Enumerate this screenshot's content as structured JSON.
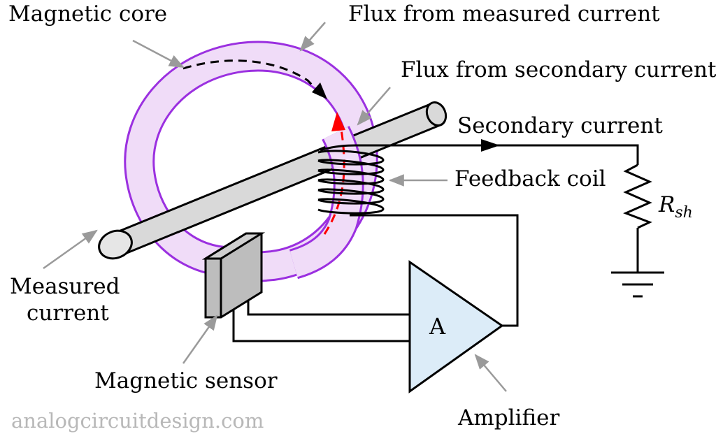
{
  "labels": {
    "magnetic_core": "Magnetic core",
    "flux_measured": "Flux from measured current",
    "flux_secondary": "Flux from secondary current",
    "secondary_current": "Secondary current",
    "feedback_coil": "Feedback coil",
    "measured_current_line1": "Measured",
    "measured_current_line2": "current",
    "magnetic_sensor": "Magnetic sensor",
    "amplifier": "Amplifier",
    "amplifier_symbol": "A",
    "resistor_symbol": "R",
    "resistor_subscript": "sh"
  },
  "watermark": "analogcircuitdesign.com",
  "colors": {
    "core_stroke": "#9b30e0",
    "core_fill": "#f0dcf8",
    "conductor_fill": "#d9d9d9",
    "amplifier_fill": "#dcecf8",
    "sensor_fill": "#bdbdbd",
    "callout_arrow": "#9a9a9a",
    "flux_measured_arrow": "#000000",
    "flux_secondary_arrow": "#ff0000",
    "watermark": "#b8b8b8"
  }
}
